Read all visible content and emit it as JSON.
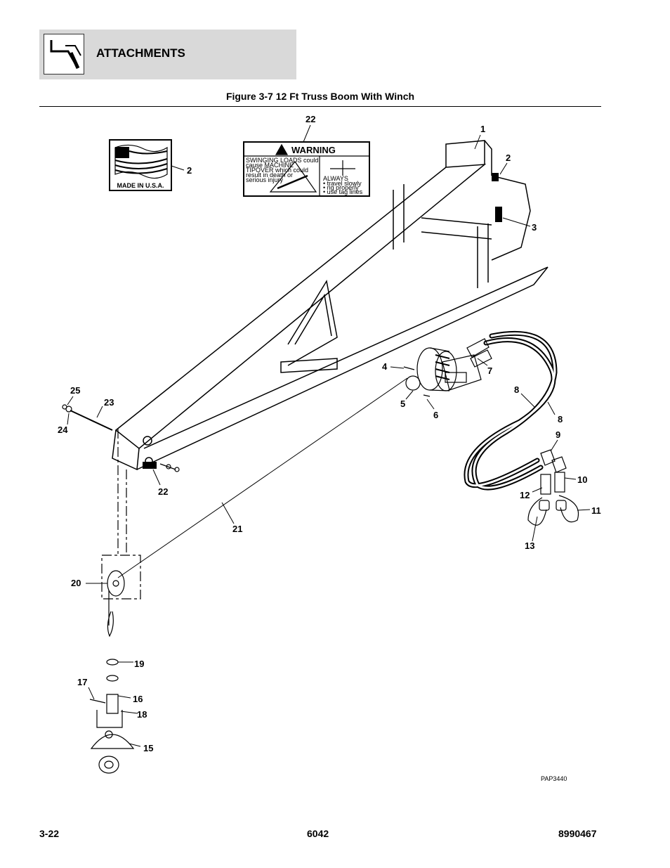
{
  "header": {
    "section_title": "ATTACHMENTS"
  },
  "figure": {
    "title": "Figure 3-7 12 Ft Truss Boom With Winch",
    "ref_code": "PAP3440"
  },
  "decals": {
    "made_in_usa": "MADE IN U.S.A.",
    "warning_title": "WARNING",
    "warning_lines": [
      "SWINGING LOADS could",
      "cause MACHINE",
      "TIPOVER which could",
      "result in death or",
      "serious injury"
    ],
    "always_title": "ALWAYS",
    "always_lines": [
      "• travel slowly",
      "• rig properly",
      "• use tag lines"
    ]
  },
  "callouts": {
    "c1": "1",
    "c2a": "2",
    "c2b": "2",
    "c3": "3",
    "c4": "4",
    "c5": "5",
    "c6": "6",
    "c7": "7",
    "c8a": "8",
    "c8b": "8",
    "c9": "9",
    "c10": "10",
    "c11": "11",
    "c12": "12",
    "c13": "13",
    "c15": "15",
    "c16": "16",
    "c17": "17",
    "c18": "18",
    "c19": "19",
    "c20": "20",
    "c21": "21",
    "c22a": "22",
    "c22b": "22",
    "c23": "23",
    "c24": "24",
    "c25": "25"
  },
  "footer": {
    "page_number": "3-22",
    "model": "6042",
    "part_number": "8990467"
  }
}
